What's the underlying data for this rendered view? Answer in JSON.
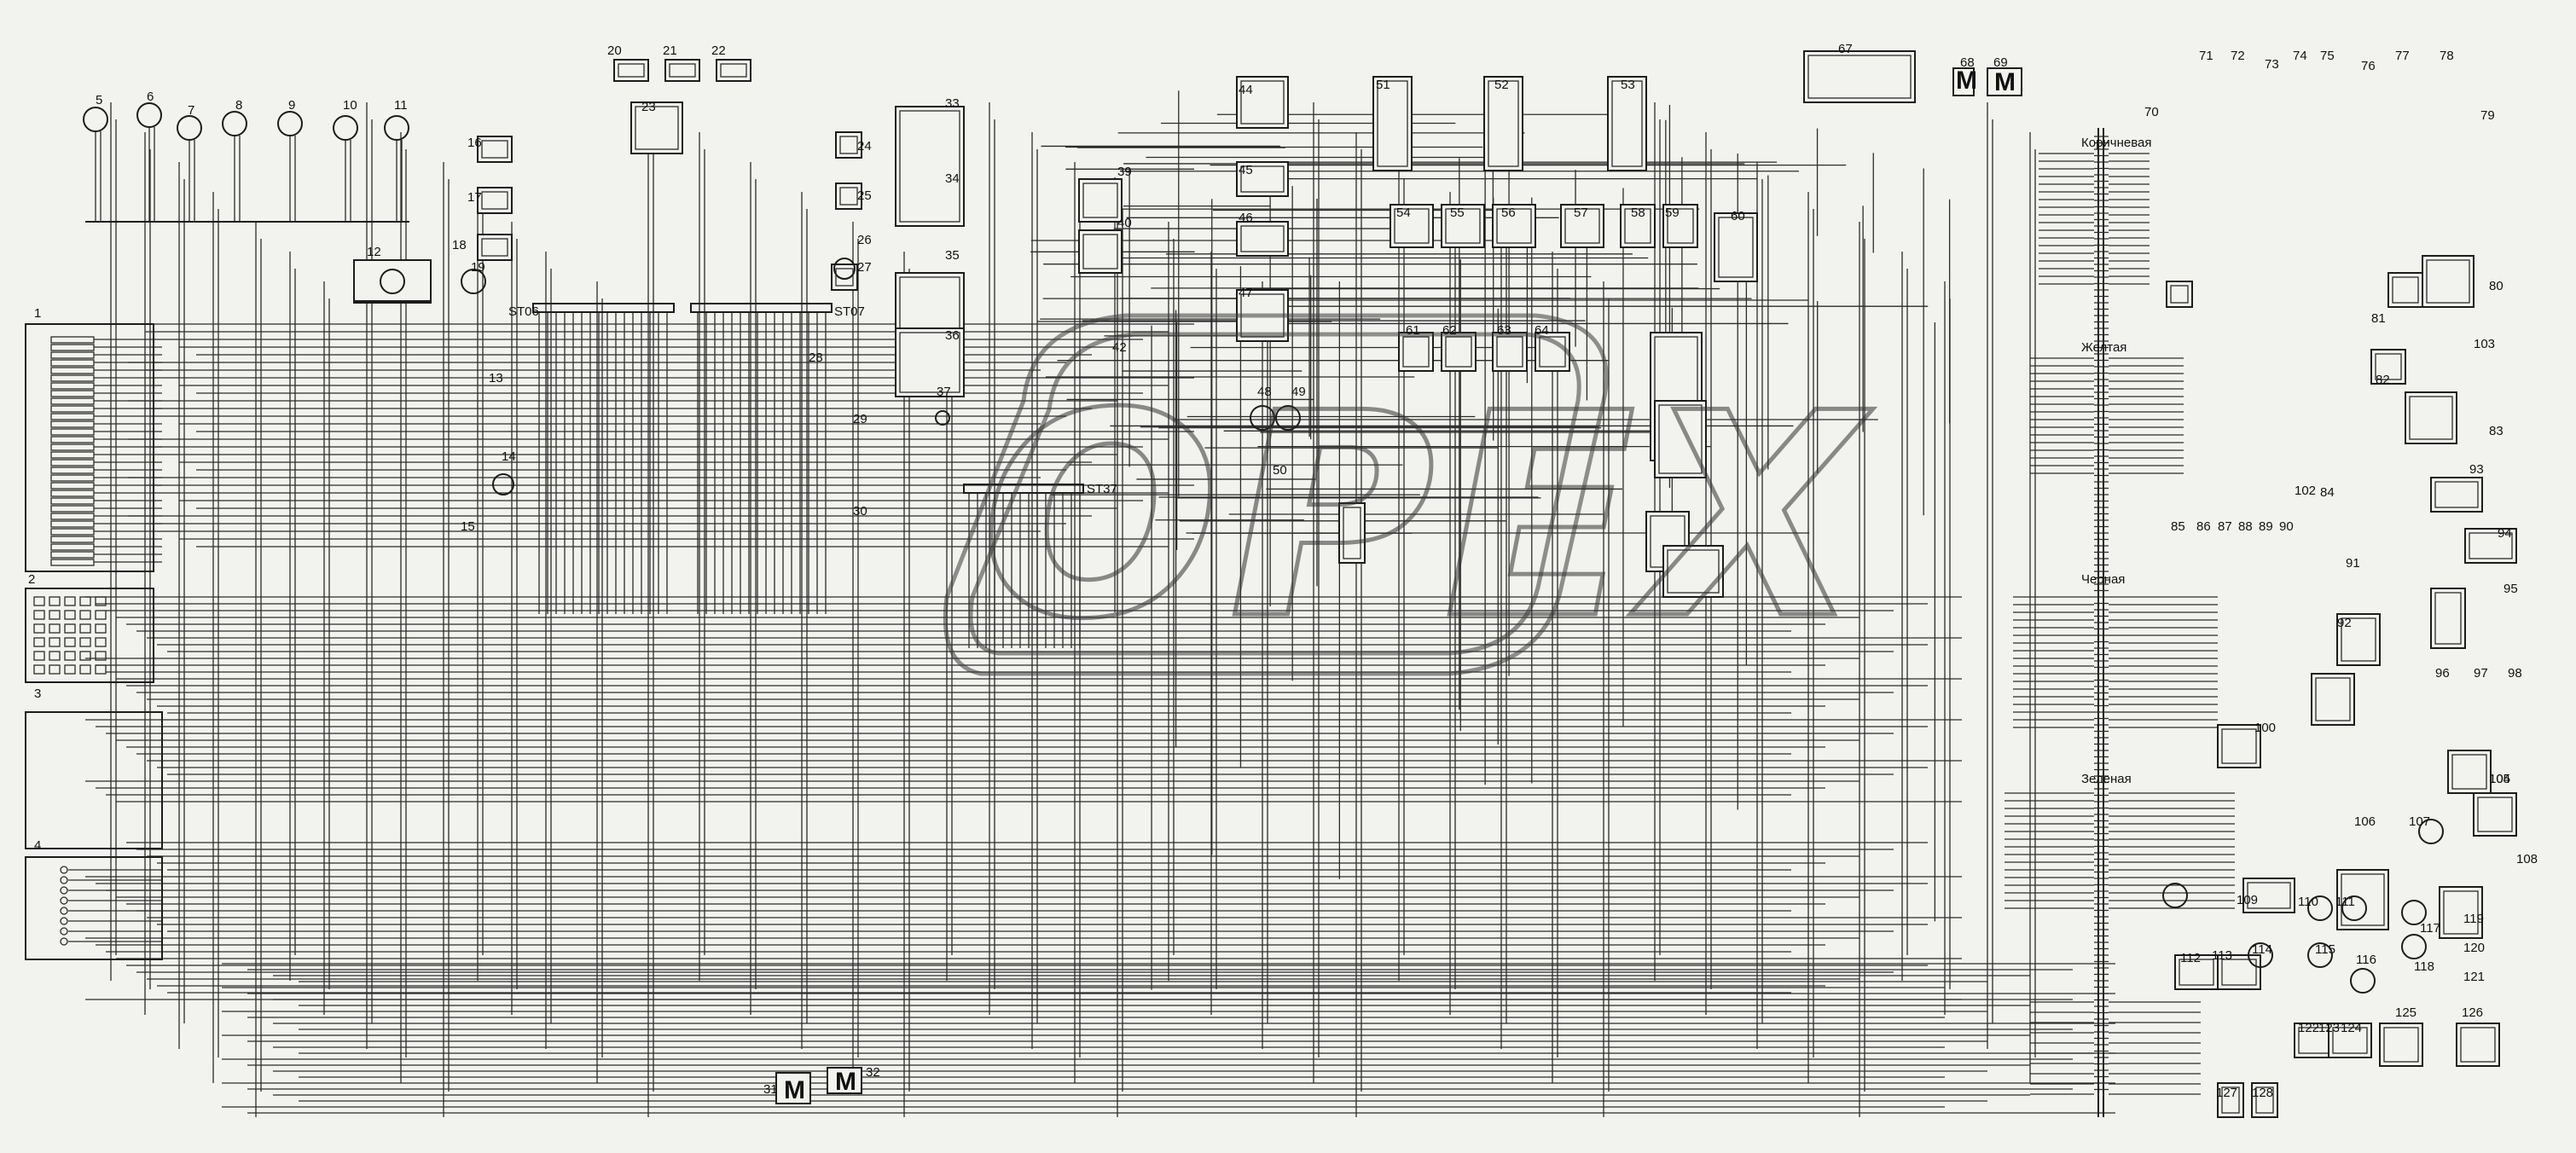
{
  "diagram": {
    "components": [
      {
        "id": "1",
        "label": "1"
      },
      {
        "id": "2",
        "label": "2"
      },
      {
        "id": "3",
        "label": "3"
      },
      {
        "id": "4",
        "label": "4"
      },
      {
        "id": "5",
        "label": "5"
      },
      {
        "id": "6",
        "label": "6"
      },
      {
        "id": "7",
        "label": "7"
      },
      {
        "id": "8",
        "label": "8"
      },
      {
        "id": "9",
        "label": "9"
      },
      {
        "id": "10",
        "label": "10"
      },
      {
        "id": "11",
        "label": "11"
      },
      {
        "id": "12",
        "label": "12"
      },
      {
        "id": "13",
        "label": "13"
      },
      {
        "id": "14",
        "label": "14"
      },
      {
        "id": "15",
        "label": "15"
      },
      {
        "id": "16",
        "label": "16"
      },
      {
        "id": "17",
        "label": "17"
      },
      {
        "id": "18",
        "label": "18"
      },
      {
        "id": "19",
        "label": "19"
      },
      {
        "id": "20",
        "label": "20"
      },
      {
        "id": "21",
        "label": "21"
      },
      {
        "id": "22",
        "label": "22"
      },
      {
        "id": "23",
        "label": "23"
      },
      {
        "id": "24",
        "label": "24"
      },
      {
        "id": "25",
        "label": "25"
      },
      {
        "id": "26",
        "label": "26"
      },
      {
        "id": "27",
        "label": "27"
      },
      {
        "id": "28",
        "label": "28"
      },
      {
        "id": "29",
        "label": "29"
      },
      {
        "id": "30",
        "label": "30"
      },
      {
        "id": "31",
        "label": "31"
      },
      {
        "id": "32",
        "label": "32"
      },
      {
        "id": "33",
        "label": "33"
      },
      {
        "id": "34",
        "label": "34"
      },
      {
        "id": "35",
        "label": "35"
      },
      {
        "id": "36",
        "label": "36"
      },
      {
        "id": "37",
        "label": "37"
      },
      {
        "id": "39",
        "label": "39"
      },
      {
        "id": "40",
        "label": "40"
      },
      {
        "id": "42",
        "label": "42"
      },
      {
        "id": "44",
        "label": "44"
      },
      {
        "id": "45",
        "label": "45"
      },
      {
        "id": "46",
        "label": "46"
      },
      {
        "id": "47",
        "label": "47"
      },
      {
        "id": "48",
        "label": "48"
      },
      {
        "id": "49",
        "label": "49"
      },
      {
        "id": "50",
        "label": "50"
      },
      {
        "id": "51",
        "label": "51"
      },
      {
        "id": "52",
        "label": "52"
      },
      {
        "id": "53",
        "label": "53"
      },
      {
        "id": "54",
        "label": "54"
      },
      {
        "id": "55",
        "label": "55"
      },
      {
        "id": "56",
        "label": "56"
      },
      {
        "id": "57",
        "label": "57"
      },
      {
        "id": "58",
        "label": "58"
      },
      {
        "id": "59",
        "label": "59"
      },
      {
        "id": "60",
        "label": "60"
      },
      {
        "id": "61",
        "label": "61"
      },
      {
        "id": "62",
        "label": "62"
      },
      {
        "id": "63",
        "label": "63"
      },
      {
        "id": "64",
        "label": "64"
      },
      {
        "id": "67",
        "label": "67"
      },
      {
        "id": "68",
        "label": "68"
      },
      {
        "id": "69",
        "label": "69"
      },
      {
        "id": "70",
        "label": "70"
      },
      {
        "id": "71",
        "label": "71"
      },
      {
        "id": "72",
        "label": "72"
      },
      {
        "id": "73",
        "label": "73"
      },
      {
        "id": "74",
        "label": "74"
      },
      {
        "id": "75",
        "label": "75"
      },
      {
        "id": "76",
        "label": "76"
      },
      {
        "id": "77",
        "label": "77"
      },
      {
        "id": "78",
        "label": "78"
      },
      {
        "id": "79",
        "label": "79"
      },
      {
        "id": "80",
        "label": "80"
      },
      {
        "id": "81",
        "label": "81"
      },
      {
        "id": "82",
        "label": "82"
      },
      {
        "id": "83",
        "label": "83"
      },
      {
        "id": "84",
        "label": "84"
      },
      {
        "id": "85",
        "label": "85"
      },
      {
        "id": "86",
        "label": "86"
      },
      {
        "id": "87",
        "label": "87"
      },
      {
        "id": "88",
        "label": "88"
      },
      {
        "id": "89",
        "label": "89"
      },
      {
        "id": "90",
        "label": "90"
      },
      {
        "id": "91",
        "label": "91"
      },
      {
        "id": "92",
        "label": "92"
      },
      {
        "id": "93",
        "label": "93"
      },
      {
        "id": "94",
        "label": "94"
      },
      {
        "id": "95",
        "label": "95"
      },
      {
        "id": "96",
        "label": "96"
      },
      {
        "id": "97",
        "label": "97"
      },
      {
        "id": "98",
        "label": "98"
      },
      {
        "id": "100",
        "label": "100"
      },
      {
        "id": "102",
        "label": "102"
      },
      {
        "id": "103",
        "label": "103"
      },
      {
        "id": "104",
        "label": "104"
      },
      {
        "id": "105",
        "label": "105"
      },
      {
        "id": "106",
        "label": "106"
      },
      {
        "id": "107",
        "label": "107"
      },
      {
        "id": "108",
        "label": "108"
      },
      {
        "id": "109",
        "label": "109"
      },
      {
        "id": "110",
        "label": "110"
      },
      {
        "id": "111",
        "label": "111"
      },
      {
        "id": "112",
        "label": "112"
      },
      {
        "id": "113",
        "label": "113"
      },
      {
        "id": "114",
        "label": "114"
      },
      {
        "id": "115",
        "label": "115"
      },
      {
        "id": "116",
        "label": "116"
      },
      {
        "id": "117",
        "label": "117"
      },
      {
        "id": "118",
        "label": "118"
      },
      {
        "id": "119",
        "label": "119"
      },
      {
        "id": "120",
        "label": "120"
      },
      {
        "id": "121",
        "label": "121"
      },
      {
        "id": "122",
        "label": "122"
      },
      {
        "id": "123",
        "label": "123"
      },
      {
        "id": "124",
        "label": "124"
      },
      {
        "id": "125",
        "label": "125"
      },
      {
        "id": "126",
        "label": "126"
      },
      {
        "id": "127",
        "label": "127"
      },
      {
        "id": "128",
        "label": "128"
      }
    ],
    "connectors": [
      "ST06",
      "ST07",
      "ST37"
    ],
    "motors": {
      "symbol": "M"
    },
    "harness_labels": [
      "Коричневая",
      "Желтая",
      "Черная",
      "Зеленая"
    ],
    "watermark": "ОРЕХ"
  }
}
